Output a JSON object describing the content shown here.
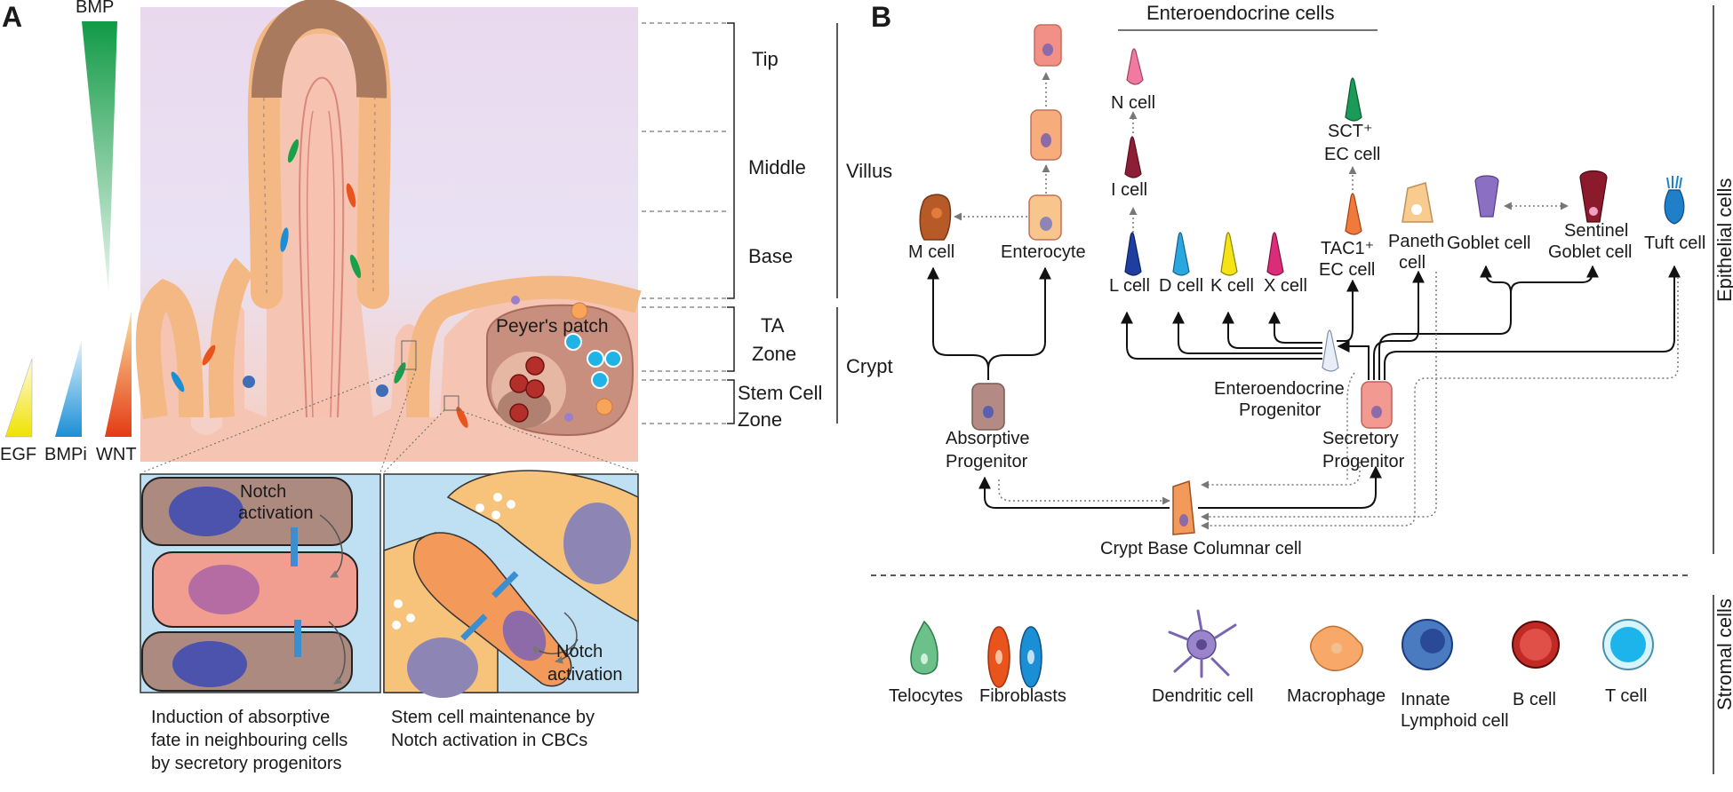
{
  "panel_a": {
    "letter": "A",
    "gradients": {
      "bmp": "BMP",
      "egf": "EGF",
      "bmpi": "BMPi",
      "wnt": "WNT"
    },
    "zones": {
      "tip": "Tip",
      "middle": "Middle",
      "base": "Base",
      "villus": "Villus",
      "ta_line1": "TA",
      "ta_line2": "Zone",
      "crypt": "Crypt",
      "stem_line1": "Stem Cell",
      "stem_line2": "Zone"
    },
    "peyers_patch": "Peyer's patch",
    "inset_left": {
      "notch_line1": "Notch",
      "notch_line2": "activation",
      "caption_line1": "Induction of absorptive",
      "caption_line2": "fate in neighbouring cells",
      "caption_line3": "by secretory progenitors"
    },
    "inset_right": {
      "notch_line1": "Notch",
      "notch_line2": "activation",
      "caption_line1": "Stem cell maintenance by",
      "caption_line2": "Notch activation in CBCs"
    }
  },
  "panel_b": {
    "letter": "B",
    "header_enteroendocrine": "Enteroendocrine cells",
    "cells": {
      "m_cell": "M cell",
      "enterocyte": "Enterocyte",
      "n_cell": "N cell",
      "i_cell": "I cell",
      "l_cell": "L cell",
      "d_cell": "D cell",
      "k_cell": "K cell",
      "x_cell": "X cell",
      "sct_line1": "SCT⁺",
      "sct_line2": "EC cell",
      "tac1_line1": "TAC1⁺",
      "tac1_line2": "EC cell",
      "paneth_line1": "Paneth",
      "paneth_line2": "cell",
      "goblet": "Goblet cell",
      "sentinel_line1": "Sentinel",
      "sentinel_line2": "Goblet cell",
      "tuft": "Tuft cell",
      "eep_line1": "Enteroendocrine",
      "eep_line2": "Progenitor",
      "abs_line1": "Absorptive",
      "abs_line2": "Progenitor",
      "sec_line1": "Secretory",
      "sec_line2": "Progenitor",
      "cbc": "Crypt Base Columnar cell"
    },
    "stromal": {
      "telocytes": "Telocytes",
      "fibroblasts": "Fibroblasts",
      "dendritic": "Dendritic cell",
      "macrophage": "Macrophage",
      "ilc_line1": "Innate",
      "ilc_line2": "Lymphoid cell",
      "b_cell": "B cell",
      "t_cell": "T cell"
    },
    "side_labels": {
      "epithelial": "Epithelial cells",
      "stromal": "Stromal cells"
    }
  },
  "colors": {
    "bmp": "#1aa04a",
    "egf": "#f2e600",
    "bmpi": "#1b8fd6",
    "wnt": "#e8541c",
    "villus_top": "#e9dced",
    "villus_bottom": "#f6d3c6",
    "mucosa": "#f6c7b5",
    "epithelium": "#f7c98b",
    "enterocyte": "#f6b57a",
    "arrow": "#111111"
  }
}
